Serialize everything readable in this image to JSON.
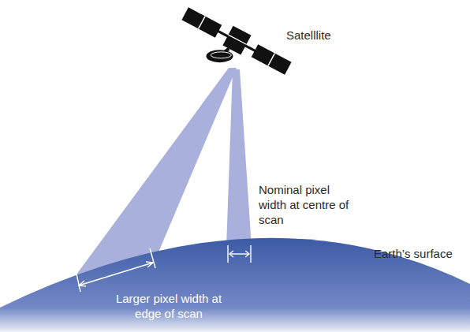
{
  "diagram": {
    "labels": [
      "Satelllite",
      "Nominal pixel width at centre of scan",
      "Earth’s surface",
      "Larger pixel width at edge of scan"
    ]
  }
}
